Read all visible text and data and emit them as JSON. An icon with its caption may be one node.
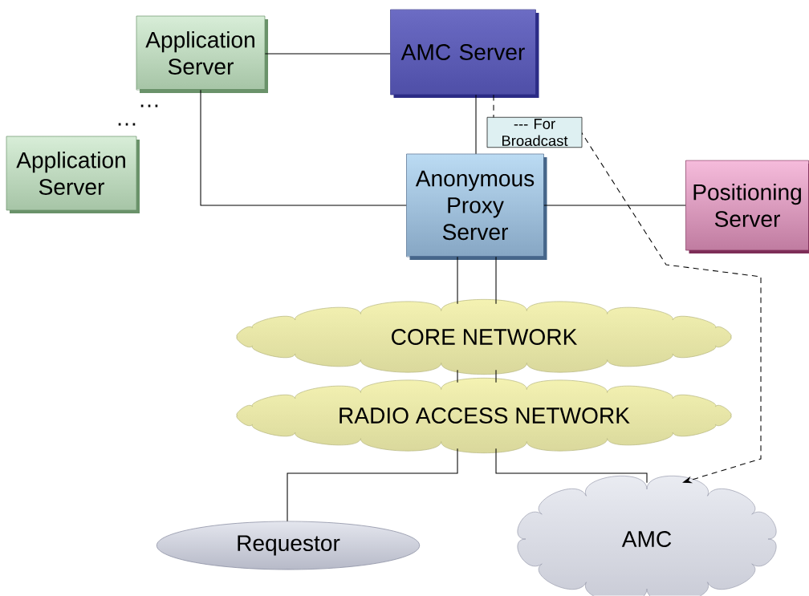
{
  "diagram": {
    "nodes": [
      {
        "text": [
          "Application Server"
        ]
      },
      {
        "text": [
          "AMC Server"
        ]
      },
      {
        "text": [
          "Application Server"
        ]
      },
      {
        "text": [
          "Anonymous Proxy Server"
        ]
      },
      {
        "text": [
          "Positioning Server"
        ]
      },
      {
        "text": [
          "CORE NETWORK"
        ]
      },
      {
        "text": [
          "RADIO ACCESS NETWORK"
        ]
      },
      {
        "text": [
          "Requestor"
        ]
      },
      {
        "text": [
          "AMC"
        ]
      }
    ],
    "edges": [
      {
        "from": 0,
        "to": 1,
        "arrow": "none"
      },
      {
        "from": 0,
        "to": 3,
        "arrow": "none"
      },
      {
        "from": 1,
        "to": 3,
        "arrow": "none"
      },
      {
        "from": 3,
        "to": 4,
        "arrow": "none"
      },
      {
        "from": 3,
        "to": 5,
        "arrow": "none"
      },
      {
        "from": 3,
        "to": 5,
        "arrow": "none"
      },
      {
        "from": 5,
        "to": 6,
        "arrow": "none"
      },
      {
        "from": 5,
        "to": 6,
        "arrow": "none"
      },
      {
        "from": 6,
        "to": 7,
        "arrow": "none"
      },
      {
        "from": 6,
        "to": 8,
        "arrow": "none"
      },
      {
        "from": 1,
        "to": 8,
        "arrow": "to",
        "style": "dashed",
        "label": "--- For Broadcast"
      }
    ],
    "labels": [
      "…",
      "…"
    ]
  }
}
